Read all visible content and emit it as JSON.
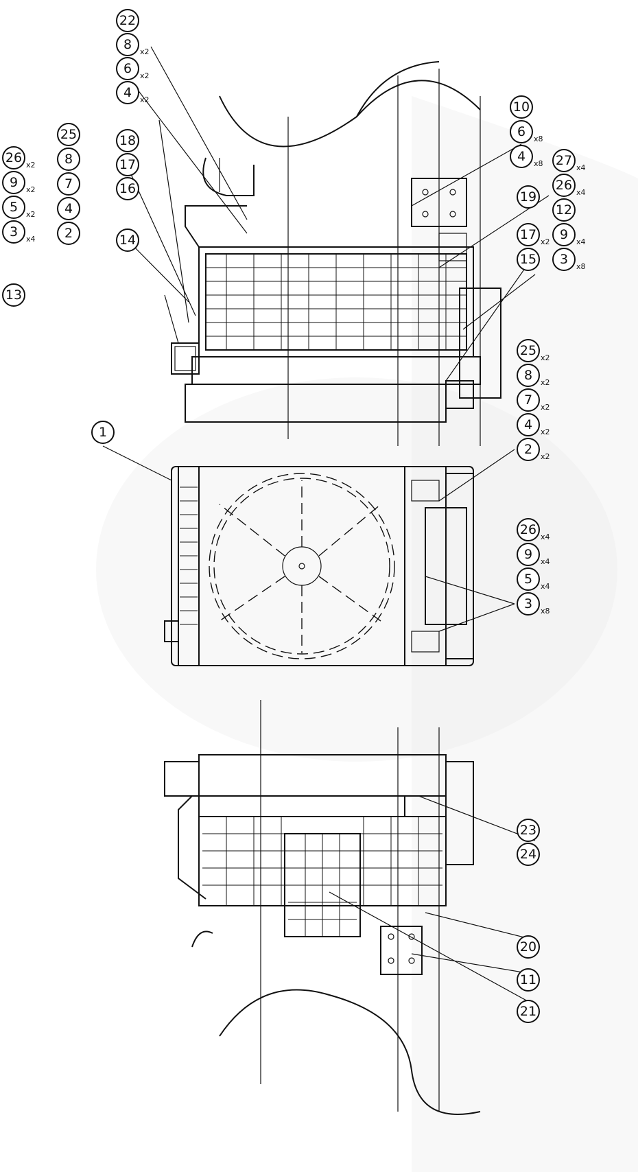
{
  "drawing": {
    "balloons": [
      {
        "id": "b-13",
        "label": "13"
      },
      {
        "id": "b-3a",
        "label": "3",
        "qty": "x4"
      },
      {
        "id": "b-5a",
        "label": "5",
        "qty": "x2"
      },
      {
        "id": "b-9a",
        "label": "9",
        "qty": "x2"
      },
      {
        "id": "b-26a",
        "label": "26",
        "qty": "x2"
      },
      {
        "id": "b-2a",
        "label": "2"
      },
      {
        "id": "b-4a",
        "label": "4"
      },
      {
        "id": "b-7a",
        "label": "7"
      },
      {
        "id": "b-8a",
        "label": "8"
      },
      {
        "id": "b-25a",
        "label": "25"
      },
      {
        "id": "b-14",
        "label": "14"
      },
      {
        "id": "b-16",
        "label": "16"
      },
      {
        "id": "b-17a",
        "label": "17"
      },
      {
        "id": "b-18",
        "label": "18"
      },
      {
        "id": "b-4b",
        "label": "4",
        "qty": "x2"
      },
      {
        "id": "b-6b",
        "label": "6",
        "qty": "x2"
      },
      {
        "id": "b-8b",
        "label": "8",
        "qty": "x2"
      },
      {
        "id": "b-22",
        "label": "22"
      },
      {
        "id": "b-4c",
        "label": "4",
        "qty": "x8"
      },
      {
        "id": "b-6c",
        "label": "6",
        "qty": "x8"
      },
      {
        "id": "b-10",
        "label": "10"
      },
      {
        "id": "b-19",
        "label": "19"
      },
      {
        "id": "b-15",
        "label": "15"
      },
      {
        "id": "b-17b",
        "label": "17",
        "qty": "x2"
      },
      {
        "id": "b-3b",
        "label": "3",
        "qty": "x8"
      },
      {
        "id": "b-9b",
        "label": "9",
        "qty": "x4"
      },
      {
        "id": "b-12",
        "label": "12"
      },
      {
        "id": "b-26b",
        "label": "26",
        "qty": "x4"
      },
      {
        "id": "b-27",
        "label": "27",
        "qty": "x4"
      },
      {
        "id": "b-1",
        "label": "1"
      },
      {
        "id": "b-2c",
        "label": "2",
        "qty": "x2"
      },
      {
        "id": "b-4d",
        "label": "4",
        "qty": "x2"
      },
      {
        "id": "b-7c",
        "label": "7",
        "qty": "x2"
      },
      {
        "id": "b-8c",
        "label": "8",
        "qty": "x2"
      },
      {
        "id": "b-25c",
        "label": "25",
        "qty": "x2"
      },
      {
        "id": "b-3d",
        "label": "3",
        "qty": "x8"
      },
      {
        "id": "b-5d",
        "label": "5",
        "qty": "x4"
      },
      {
        "id": "b-9d",
        "label": "9",
        "qty": "x4"
      },
      {
        "id": "b-26d",
        "label": "26",
        "qty": "x4"
      },
      {
        "id": "b-24",
        "label": "24"
      },
      {
        "id": "b-23",
        "label": "23"
      },
      {
        "id": "b-20",
        "label": "20"
      },
      {
        "id": "b-11",
        "label": "11"
      },
      {
        "id": "b-21",
        "label": "21"
      }
    ]
  }
}
